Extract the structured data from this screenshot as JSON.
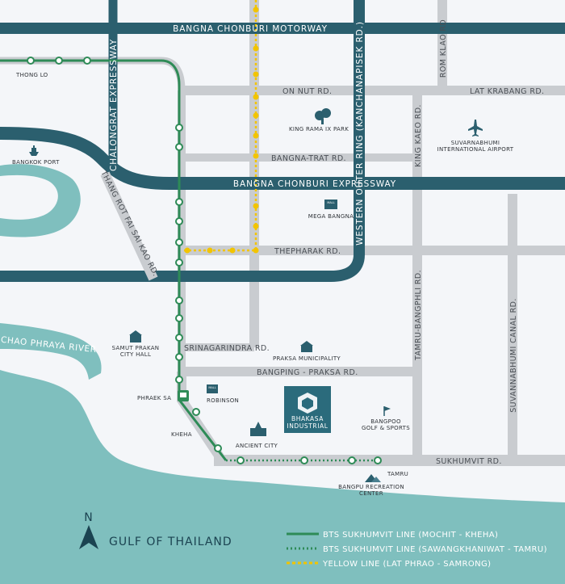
{
  "colors": {
    "land": "#f4f6f9",
    "road": "#c9ccd0",
    "highway": "#2b5f6e",
    "sea": "#7fbfbe",
    "sea_deep": "#5fa8a9",
    "bts_green": "#2e8b57",
    "yellow": "#f2c400",
    "brand": "#2b6b7c"
  },
  "highways": {
    "motorway": "BANGNA CHONBURI MOTORWAY",
    "expressway": "BANGNA CHONBURI EXPRESSWAY",
    "outer_ring": "WESTERN OUTER RING (KANCHANAPISEK RD.)",
    "chalongrat": "CHALONGRAT EXPRESSWAY"
  },
  "roads": {
    "on_nut": "ON NUT RD.",
    "lat_krabang": "LAT KRABANG RD.",
    "rom_klao": "ROM KLAO RD",
    "king_kaeo": "KING KAEO RD.",
    "bangna_trat": "BANGNA-TRAT RD.",
    "thepharak": "THEPHARAK RD.",
    "srinagarindra": "SRINAGARINDRA RD.",
    "bangping_praksa": "BANGPING - PRAKSA RD.",
    "sukhumvit": "SUKHUMVIT RD.",
    "tamru_bangphli": "TAMRU-BANGPHLI RD.",
    "suvannabhumi_canal": "SUVANNABHUMI CANAL RD.",
    "thang_rot_fai": "THANG ROT FAI SAI KAO RD."
  },
  "places": {
    "thong_lo": "THONG LO",
    "bangkok_port": "BANGKOK PORT",
    "king_rama": "KING RAMA IX PARK",
    "airport_1": "SUVARNABHUMI",
    "airport_2": "INTERNATIONAL AIRPORT",
    "mega_bangna": "MEGA BANGNA",
    "samut_1": "SAMUT PRAKAN",
    "samut_2": "CITY HALL",
    "praksa": "PRAKSA MUNICIPALITY",
    "phraek_sa": "PHRAEK SA",
    "robinson": "ROBINSON",
    "kheha": "KHEHA",
    "ancient_city": "ANCIENT CITY",
    "bangpoo_1": "BANGPOO",
    "bangpoo_2": "GOLF & SPORTS",
    "tamru": "TAMRU",
    "bangpu_1": "BANGPU RECREATION",
    "bangpu_2": "CENTER",
    "mall_sign": "MALL"
  },
  "water": {
    "river": "CHAO PHRAYA RIVER",
    "gulf": "GULF OF THAILAND"
  },
  "compass": "N",
  "brand": {
    "line1": "BHAKASA",
    "line2": "INDUSTRIAL"
  },
  "legend": [
    {
      "label": "BTS SUKHUMVIT LINE (MOCHIT - KHEHA)",
      "style": "solid",
      "color": "#2e8b57"
    },
    {
      "label": "BTS SUKHUMVIT LINE (SAWANGKHANIWAT - TAMRU)",
      "style": "dotted",
      "color": "#2e8b57"
    },
    {
      "label": "YELLOW LINE (LAT PHRAO - SAMRONG)",
      "style": "dashed",
      "color": "#f2c400"
    }
  ],
  "icons": [
    "ship-icon",
    "park-icon",
    "plane-icon",
    "mall-icon",
    "city-hall-icon",
    "municipality-icon",
    "station-icon",
    "temple-icon",
    "golf-icon",
    "mountain-icon",
    "north-arrow-icon",
    "brand-logo-icon"
  ]
}
